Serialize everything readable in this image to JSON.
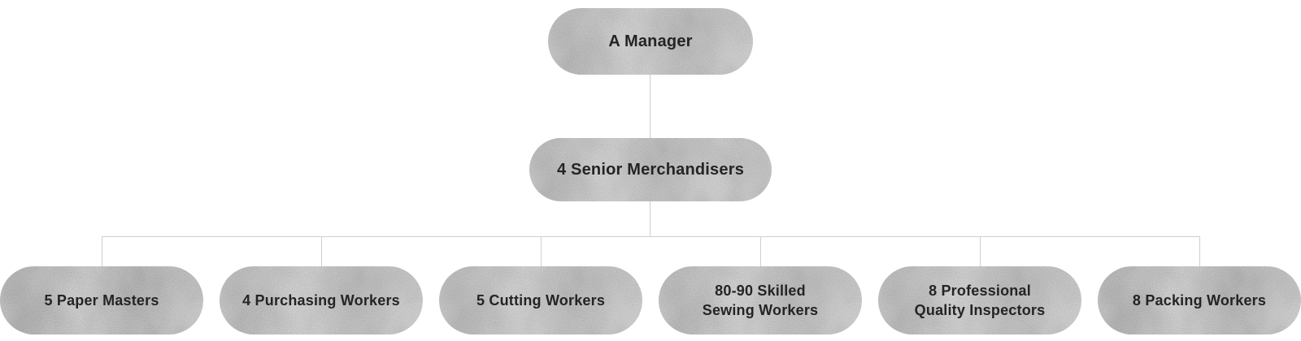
{
  "org_chart": {
    "type": "org-chart",
    "levels": 3,
    "manager": {
      "label": "A Manager"
    },
    "senior": {
      "label": "4 Senior Merchandisers"
    },
    "teams": [
      {
        "lines": [
          "5 Paper Masters"
        ]
      },
      {
        "lines": [
          "4 Purchasing Workers"
        ]
      },
      {
        "lines": [
          "5 Cutting Workers"
        ]
      },
      {
        "lines": [
          "80-90 Skilled",
          "Sewing Workers"
        ]
      },
      {
        "lines": [
          "8 Professional",
          "Quality Inspectors"
        ]
      },
      {
        "lines": [
          "8 Packing Workers"
        ]
      }
    ],
    "colors": {
      "node_fill": "#efefef",
      "node_text": "#242424",
      "connector": "#cfcfcf",
      "background": "#ffffff"
    }
  }
}
